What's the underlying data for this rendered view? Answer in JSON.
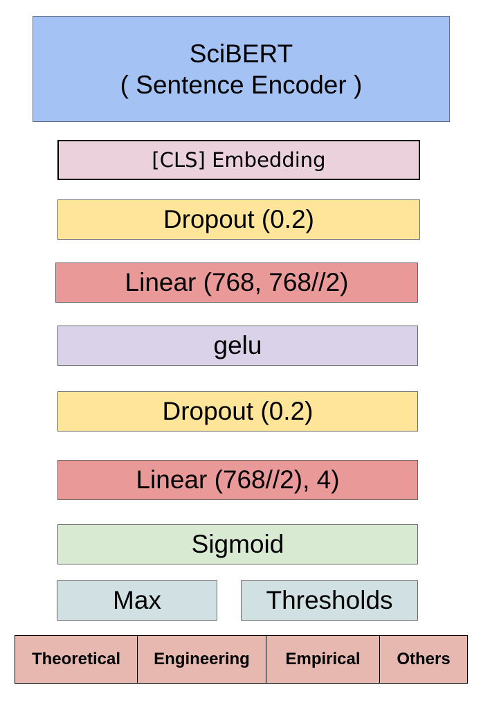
{
  "colors": {
    "encoder": "#a4c2f4",
    "cls": "#ead1dc",
    "dropout": "#ffe599",
    "linear": "#ea9999",
    "gelu": "#d9d2e9",
    "sigmoid": "#d9ead3",
    "threshold_boxes": "#d0e0e3",
    "output_row": "#e6b8af"
  },
  "encoder": {
    "line1": "SciBERT",
    "line2": "( Sentence Encoder )"
  },
  "layers": {
    "cls": "[CLS] Embedding",
    "dropout1": "Dropout (0.2)",
    "linear1": "Linear (768, 768//2)",
    "gelu": "gelu",
    "dropout2": "Dropout (0.2)",
    "linear2": "Linear (768//2), 4)",
    "sigmoid": "Sigmoid",
    "max": "Max",
    "thresholds": "Thresholds"
  },
  "outputs": [
    "Theoretical",
    "Engineering",
    "Empirical",
    "Others"
  ]
}
